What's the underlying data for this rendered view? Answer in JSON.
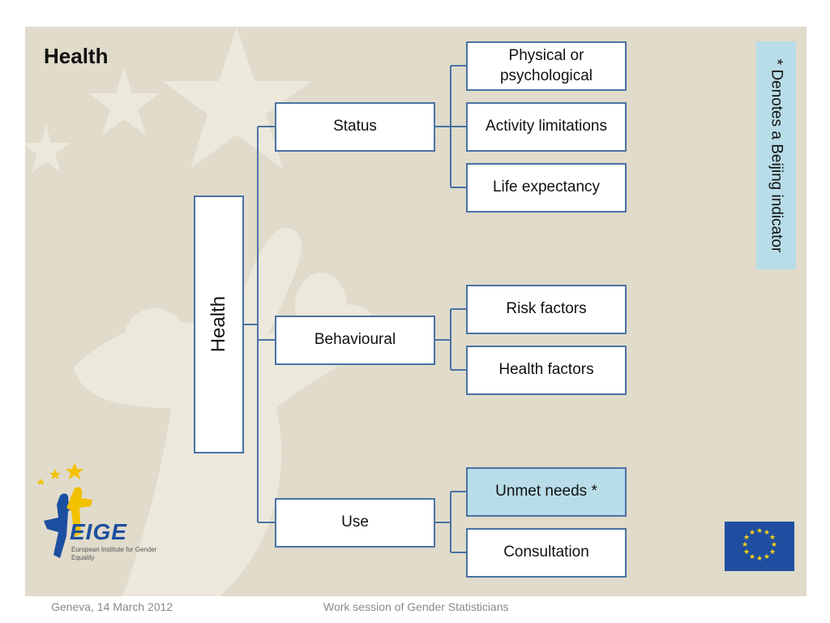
{
  "slide_title": "Health",
  "root": "Health",
  "groups": [
    {
      "label": "Status",
      "children": [
        "Physical or psychological",
        "Activity limitations",
        "Life expectancy"
      ]
    },
    {
      "label": "Behavioural",
      "children": [
        "Risk factors",
        "Health factors"
      ]
    },
    {
      "label": "Use",
      "children": [
        "Unmet needs *",
        "Consultation"
      ]
    }
  ],
  "note": "* Denotes a Beijing indicator",
  "logo": {
    "name": "EIGE",
    "subtitle": "European Institute for Gender Equality"
  },
  "footer": {
    "left": "Geneva, 14 March 2012",
    "center": "Work session of Gender Statisticians"
  },
  "colors": {
    "border": "#4a72a4",
    "highlight": "#b8dde8",
    "background": "#e0dbca"
  }
}
